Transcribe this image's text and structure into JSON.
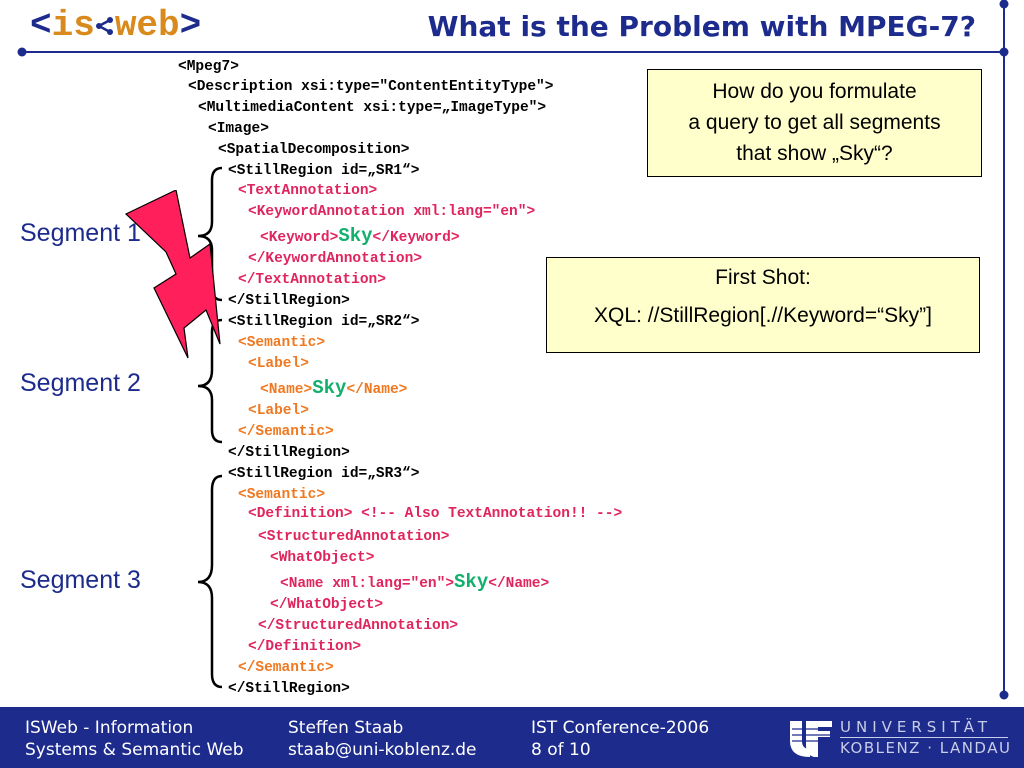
{
  "header": {
    "logo": {
      "open": "<",
      "left": "is",
      "right": "web",
      "close": ">"
    },
    "title": "What is the Problem with MPEG-7?"
  },
  "code_lines": [
    {
      "segs": [
        {
          "t": "<Mpeg7>",
          "c": "blk"
        }
      ]
    },
    {
      "segs": [
        {
          "t": "<Description xsi:type=\"ContentEntityType\">",
          "c": "blk"
        }
      ]
    },
    {
      "segs": [
        {
          "t": "<MultimediaContent xsi:type=„ImageType\">",
          "c": "blk"
        }
      ]
    },
    {
      "segs": [
        {
          "t": "<Image>",
          "c": "blk"
        }
      ]
    },
    {
      "segs": [
        {
          "t": "<SpatialDecomposition>",
          "c": "blk"
        }
      ]
    },
    {
      "segs": [
        {
          "t": "<StillRegion id=„SR1“>",
          "c": "blk"
        }
      ]
    },
    {
      "segs": [
        {
          "t": "<TextAnnotation>",
          "c": "red"
        }
      ]
    },
    {
      "segs": [
        {
          "t": "<KeywordAnnotation xml:lang=\"en\">",
          "c": "red"
        }
      ]
    },
    {
      "segs": [
        {
          "t": "<Keyword>",
          "c": "red"
        },
        {
          "t": "Sky",
          "c": "sky"
        },
        {
          "t": "</Keyword>",
          "c": "red"
        }
      ]
    },
    {
      "segs": [
        {
          "t": "</KeywordAnnotation>",
          "c": "red"
        }
      ]
    },
    {
      "segs": [
        {
          "t": "</TextAnnotation>",
          "c": "red"
        }
      ]
    },
    {
      "segs": [
        {
          "t": "</StillRegion>",
          "c": "blk"
        }
      ]
    },
    {
      "segs": [
        {
          "t": "<StillRegion id=„SR2“>",
          "c": "blk"
        }
      ]
    },
    {
      "segs": [
        {
          "t": "<Semantic>",
          "c": "org"
        }
      ]
    },
    {
      "segs": [
        {
          "t": "<Label>",
          "c": "org"
        }
      ]
    },
    {
      "segs": [
        {
          "t": "<Name>",
          "c": "org"
        },
        {
          "t": "Sky",
          "c": "sky"
        },
        {
          "t": "</Name>",
          "c": "org"
        }
      ]
    },
    {
      "segs": [
        {
          "t": "<Label>",
          "c": "org"
        }
      ]
    },
    {
      "segs": [
        {
          "t": "</Semantic>",
          "c": "org"
        }
      ]
    },
    {
      "segs": [
        {
          "t": "</StillRegion>",
          "c": "blk"
        }
      ]
    },
    {
      "segs": [
        {
          "t": "<StillRegion id=„SR3“>",
          "c": "blk"
        }
      ]
    },
    {
      "segs": [
        {
          "t": "<Semantic>",
          "c": "org"
        }
      ]
    },
    {
      "segs": [
        {
          "t": "<Definition> <!-- Also TextAnnotation!! -->",
          "c": "red"
        }
      ]
    },
    {
      "segs": [
        {
          "t": "<StructuredAnnotation>",
          "c": "red"
        }
      ]
    },
    {
      "segs": [
        {
          "t": "<WhatObject>",
          "c": "red"
        }
      ]
    },
    {
      "segs": [
        {
          "t": "<Name xml:lang=\"en\">",
          "c": "red"
        },
        {
          "t": "Sky",
          "c": "sky"
        },
        {
          "t": "</Name>",
          "c": "red"
        }
      ]
    },
    {
      "segs": [
        {
          "t": "</WhatObject>",
          "c": "red"
        }
      ]
    },
    {
      "segs": [
        {
          "t": "</StructuredAnnotation>",
          "c": "red"
        }
      ]
    },
    {
      "segs": [
        {
          "t": "</Definition>",
          "c": "red"
        }
      ]
    },
    {
      "segs": [
        {
          "t": "</Semantic>",
          "c": "org"
        }
      ]
    },
    {
      "segs": [
        {
          "t": "</StillRegion>",
          "c": "blk"
        }
      ]
    },
    {
      "segs": [
        {
          "t": "...",
          "c": "blk"
        }
      ]
    }
  ],
  "segments": {
    "s1": "Segment 1",
    "s2": "Segment 2",
    "s3": "Segment 3"
  },
  "question_box": {
    "l1": "How do you formulate",
    "l2": "a query to get all segments",
    "l3": "that show „Sky“?"
  },
  "answer_box": {
    "l1": "First Shot:",
    "l2": "XQL: //StillRegion[.//Keyword=“Sky”]"
  },
  "footer": {
    "col1_l1": "ISWeb - Information",
    "col1_l2": "Systems & Semantic Web",
    "col2_l1": "Steffen Staab",
    "col2_l2": "staab@uni-koblenz.de",
    "col3_l1": "IST Conference-2006",
    "col3_l2": "8 of 10",
    "uni_l1": "UNIVERSITÄT",
    "uni_l2": "KOBLENZ · LANDAU"
  },
  "colors": {
    "brand_blue": "#1d2b8c",
    "logo_orange": "#d98a1c",
    "xml_red": "#e0245e",
    "xml_orange": "#f07820",
    "sky_green": "#12b06c",
    "note_yellow": "#ffffcc",
    "lightning_fill": "#ff1f5a"
  },
  "icons": {
    "logo_node": "network-node-icon",
    "lightning": "lightning-bolt-icon",
    "uni_logo": "university-logo-icon"
  }
}
